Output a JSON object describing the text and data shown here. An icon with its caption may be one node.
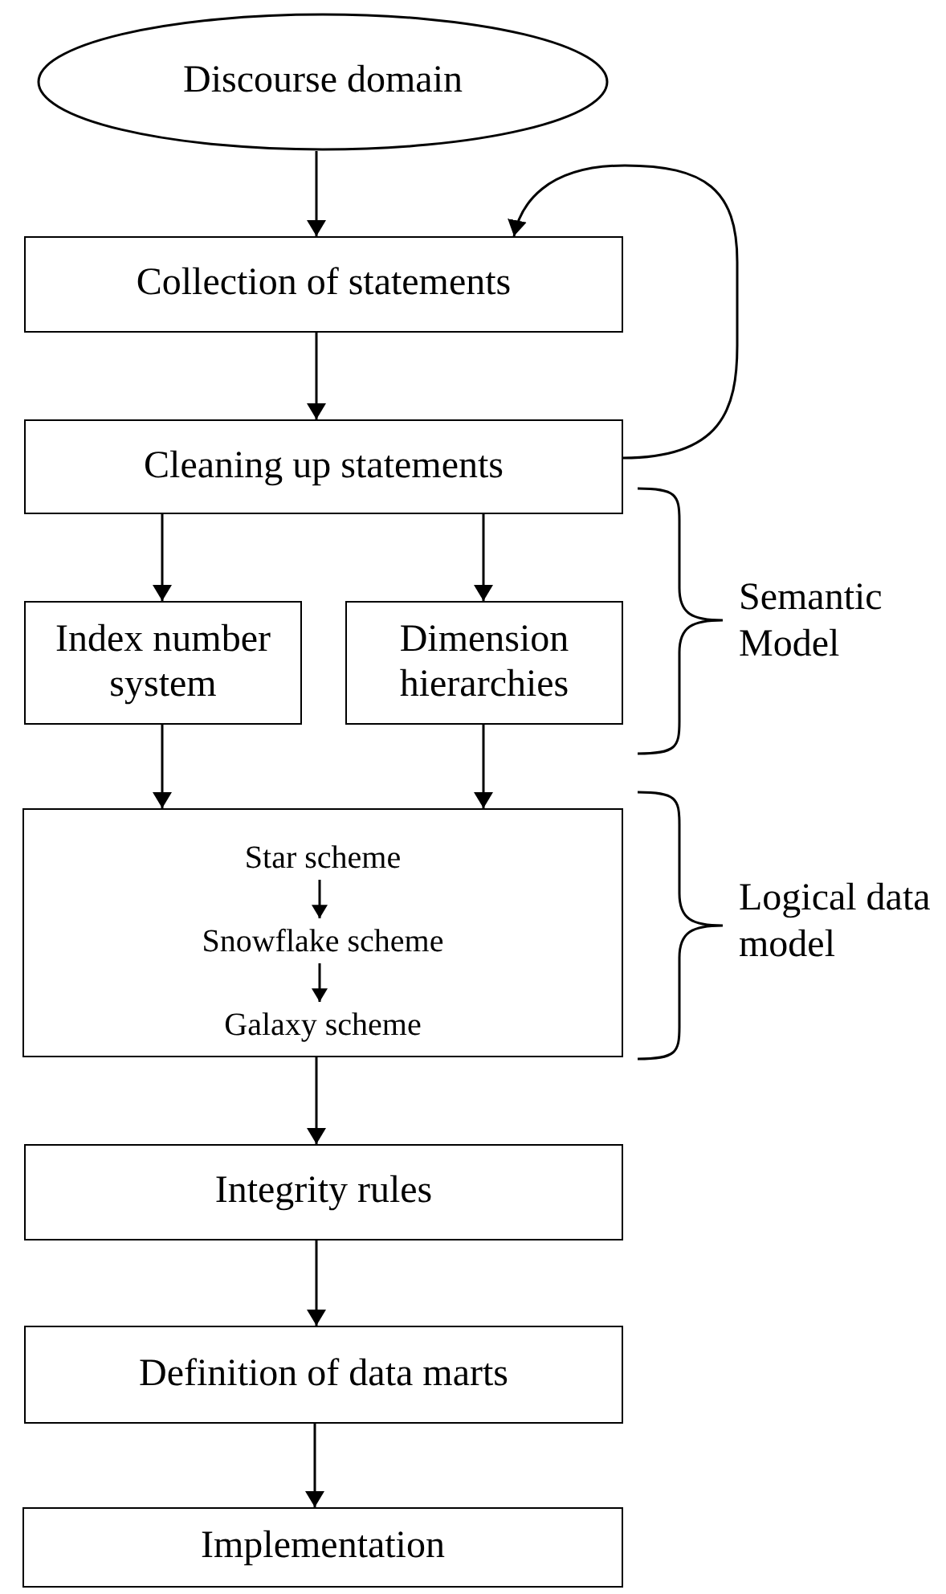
{
  "diagram": {
    "nodes": [
      {
        "text": [
          "Discourse domain"
        ]
      },
      {
        "text": [
          "Collection of statements"
        ]
      },
      {
        "text": [
          "Cleaning up statements"
        ]
      },
      {
        "text": [
          "Index number system"
        ]
      },
      {
        "text": [
          "Dimension hierarchies"
        ]
      },
      {
        "text": [],
        "shape": "box"
      },
      {
        "text": [
          "Star scheme"
        ],
        "in": 5
      },
      {
        "text": [
          "Snowflake scheme"
        ],
        "in": 5
      },
      {
        "text": [
          "Galaxy scheme"
        ],
        "in": 5
      },
      {
        "text": [
          "Integrity rules"
        ]
      },
      {
        "text": [
          "Definition of data marts"
        ]
      },
      {
        "text": [
          "Implementation"
        ]
      }
    ],
    "edges": [
      {
        "from": 0,
        "to": 1,
        "arrow": "to"
      },
      {
        "from": 1,
        "to": 2,
        "arrow": "to"
      },
      {
        "from": 2,
        "to": 1,
        "arrow": "to"
      },
      {
        "from": 2,
        "to": 3,
        "arrow": "to"
      },
      {
        "from": 2,
        "to": 4,
        "arrow": "to"
      },
      {
        "from": 3,
        "to": 5,
        "arrow": "to"
      },
      {
        "from": 4,
        "to": 5,
        "arrow": "to"
      },
      {
        "from": 6,
        "to": 7,
        "arrow": "to"
      },
      {
        "from": 7,
        "to": 8,
        "arrow": "to"
      },
      {
        "from": 5,
        "to": 9,
        "arrow": "to"
      },
      {
        "from": 9,
        "to": 10,
        "arrow": "to"
      },
      {
        "from": 10,
        "to": 11,
        "arrow": "to"
      }
    ],
    "labels": [
      "Semantic Model",
      "Logical data model"
    ]
  }
}
